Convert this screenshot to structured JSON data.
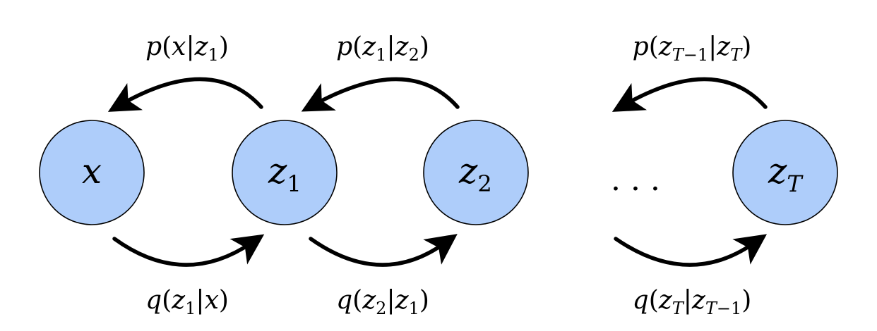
{
  "nodes": [
    {
      "id": "x",
      "label": "x",
      "sub": ""
    },
    {
      "id": "z1",
      "label": "z",
      "sub": "1"
    },
    {
      "id": "z2",
      "label": "z",
      "sub": "2"
    },
    {
      "id": "zT",
      "label": "z",
      "sub": "T"
    }
  ],
  "ellipsis": "· · ·",
  "colors": {
    "node_fill": "#aecdfa",
    "node_stroke": "#000000",
    "arrow": "#000000"
  },
  "edges": {
    "backward": [
      {
        "from": "z1",
        "to": "x",
        "label": "p(x|z1)"
      },
      {
        "from": "z2",
        "to": "z1",
        "label": "p(z1|z2)"
      },
      {
        "from": "zT",
        "to": "ellipsis",
        "label": "p(zT−1|zT)"
      }
    ],
    "forward": [
      {
        "from": "x",
        "to": "z1",
        "label": "q(z1|x)"
      },
      {
        "from": "z1",
        "to": "z2",
        "label": "q(z2|z1)"
      },
      {
        "from": "ellipsis",
        "to": "zT",
        "label": "q(zT|zT−1)"
      }
    ]
  }
}
